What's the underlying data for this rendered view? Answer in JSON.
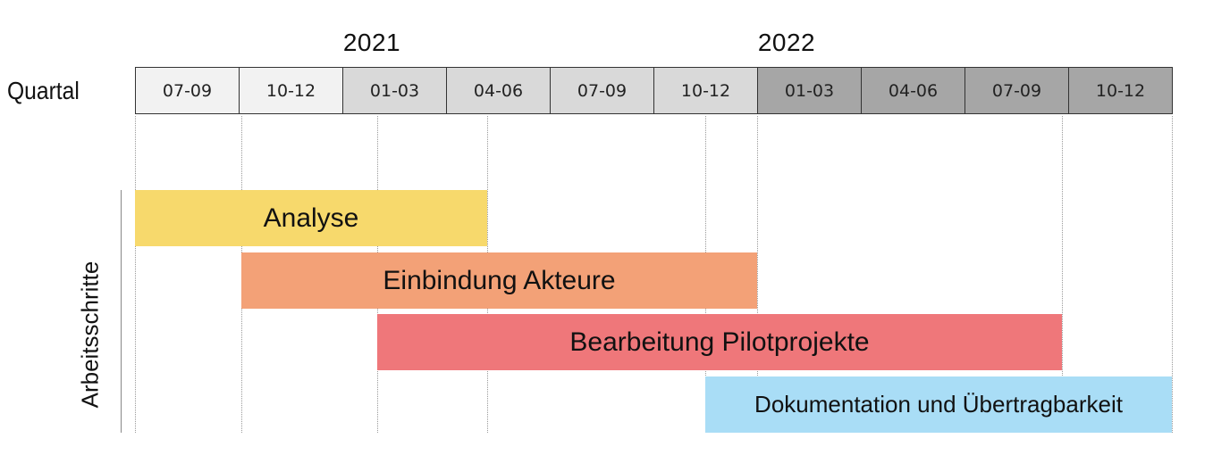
{
  "years": [
    "2021",
    "2022"
  ],
  "quarter_title": "Quartal",
  "quarters": [
    {
      "label": "07-09",
      "fill": "#f2f2f2"
    },
    {
      "label": "10-12",
      "fill": "#f2f2f2"
    },
    {
      "label": "01-03",
      "fill": "#d9d9d9"
    },
    {
      "label": "04-06",
      "fill": "#d9d9d9"
    },
    {
      "label": "07-09",
      "fill": "#d9d9d9"
    },
    {
      "label": "10-12",
      "fill": "#d9d9d9"
    },
    {
      "label": "01-03",
      "fill": "#a6a6a6"
    },
    {
      "label": "04-06",
      "fill": "#a6a6a6"
    },
    {
      "label": "07-09",
      "fill": "#a6a6a6"
    },
    {
      "label": "10-12",
      "fill": "#a6a6a6"
    }
  ],
  "axis_label": "Arbeitsschritte",
  "tasks": [
    {
      "label": "Analyse",
      "start_quarter": 0,
      "end_quarter": 3.4,
      "color": "#f7d96c"
    },
    {
      "label": "Einbindung Akteure",
      "start_quarter": 1.03,
      "end_quarter": 6.0,
      "color": "#f3a177"
    },
    {
      "label": "Bearbeitung Pilotprojekte",
      "start_quarter": 2.34,
      "end_quarter": 8.94,
      "color": "#ef777a"
    },
    {
      "label": "Dokumentation und Übertragbarkeit",
      "start_quarter": 5.5,
      "end_quarter": 10.0,
      "color": "#a9ddf6"
    }
  ]
}
